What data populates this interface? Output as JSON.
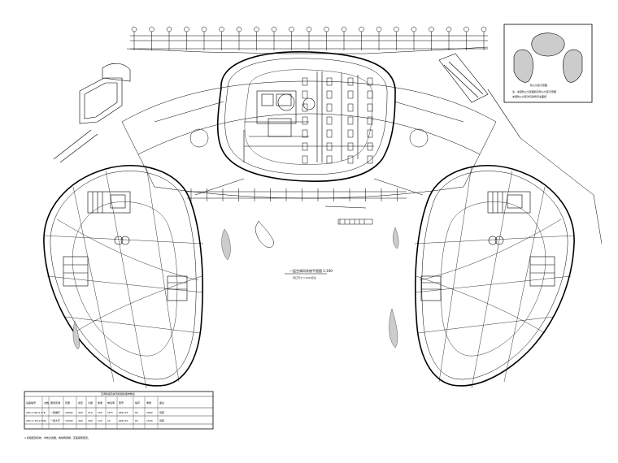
{
  "drawing": {
    "plan_title": "一层空调风系统平面图 1:100",
    "plan_subtitle": "风口尺寸 1:100 标注"
  },
  "key_plan": {
    "title": "防火分区示意图",
    "notes": [
      "注：本层防火分区面积见防火分区示意图",
      "本层防火分区详见建筑专业图纸"
    ]
  },
  "equipment_table": {
    "title": "空调机组及新风机组性能参数表",
    "headers": [
      "设备编号",
      "台数",
      "服务区域",
      "风量",
      "余压",
      "冷量",
      "热量",
      "电功率",
      "型号",
      "噪声",
      "重量",
      "备注"
    ],
    "rows": [
      [
        "AHU-1-B1/1-F-1",
        "1",
        "一层展厅",
        "18000",
        "450",
        "210",
        "150",
        "18.5",
        "ZKD-25",
        "65",
        "1800",
        "吊装"
      ],
      [
        "AHU-1-F2/1-F2-1",
        "1",
        "一层大厅",
        "15000",
        "400",
        "180",
        "120",
        "15",
        "ZKD-20",
        "63",
        "1500",
        "吊装"
      ]
    ],
    "footnote": "1.机组配置初效、中效过滤器，电动两通阀，压差报警装置。"
  }
}
